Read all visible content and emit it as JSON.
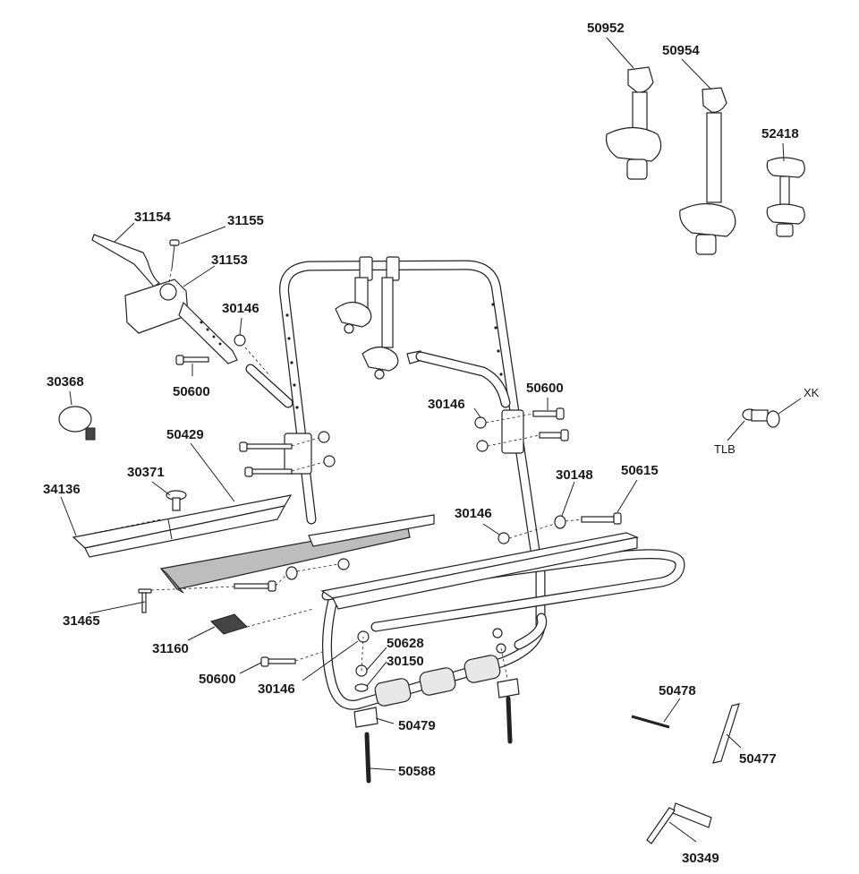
{
  "parts": [
    {
      "id": "p50952",
      "number": "50952"
    },
    {
      "id": "p50954",
      "number": "50954"
    },
    {
      "id": "p52418",
      "number": "52418"
    },
    {
      "id": "p31154",
      "number": "31154"
    },
    {
      "id": "p31155",
      "number": "31155"
    },
    {
      "id": "p31153",
      "number": "31153"
    },
    {
      "id": "p30146a",
      "number": "30146"
    },
    {
      "id": "p50600a",
      "number": "50600"
    },
    {
      "id": "p30368",
      "number": "30368"
    },
    {
      "id": "p50429",
      "number": "50429"
    },
    {
      "id": "p30146b",
      "number": "30146"
    },
    {
      "id": "p50600b",
      "number": "50600"
    },
    {
      "id": "pXK",
      "number": "XK"
    },
    {
      "id": "pTLB",
      "number": "TLB"
    },
    {
      "id": "p30371",
      "number": "30371"
    },
    {
      "id": "p34136",
      "number": "34136"
    },
    {
      "id": "p30148",
      "number": "30148"
    },
    {
      "id": "p50615",
      "number": "50615"
    },
    {
      "id": "p30146c",
      "number": "30146"
    },
    {
      "id": "p31465",
      "number": "31465"
    },
    {
      "id": "p31160",
      "number": "31160"
    },
    {
      "id": "p50628",
      "number": "50628"
    },
    {
      "id": "p30150",
      "number": "30150"
    },
    {
      "id": "p50600c",
      "number": "50600"
    },
    {
      "id": "p30146d",
      "number": "30146"
    },
    {
      "id": "p50478",
      "number": "50478"
    },
    {
      "id": "p50479",
      "number": "50479"
    },
    {
      "id": "p50477",
      "number": "50477"
    },
    {
      "id": "p50588",
      "number": "50588"
    },
    {
      "id": "p30349",
      "number": "30349"
    }
  ]
}
